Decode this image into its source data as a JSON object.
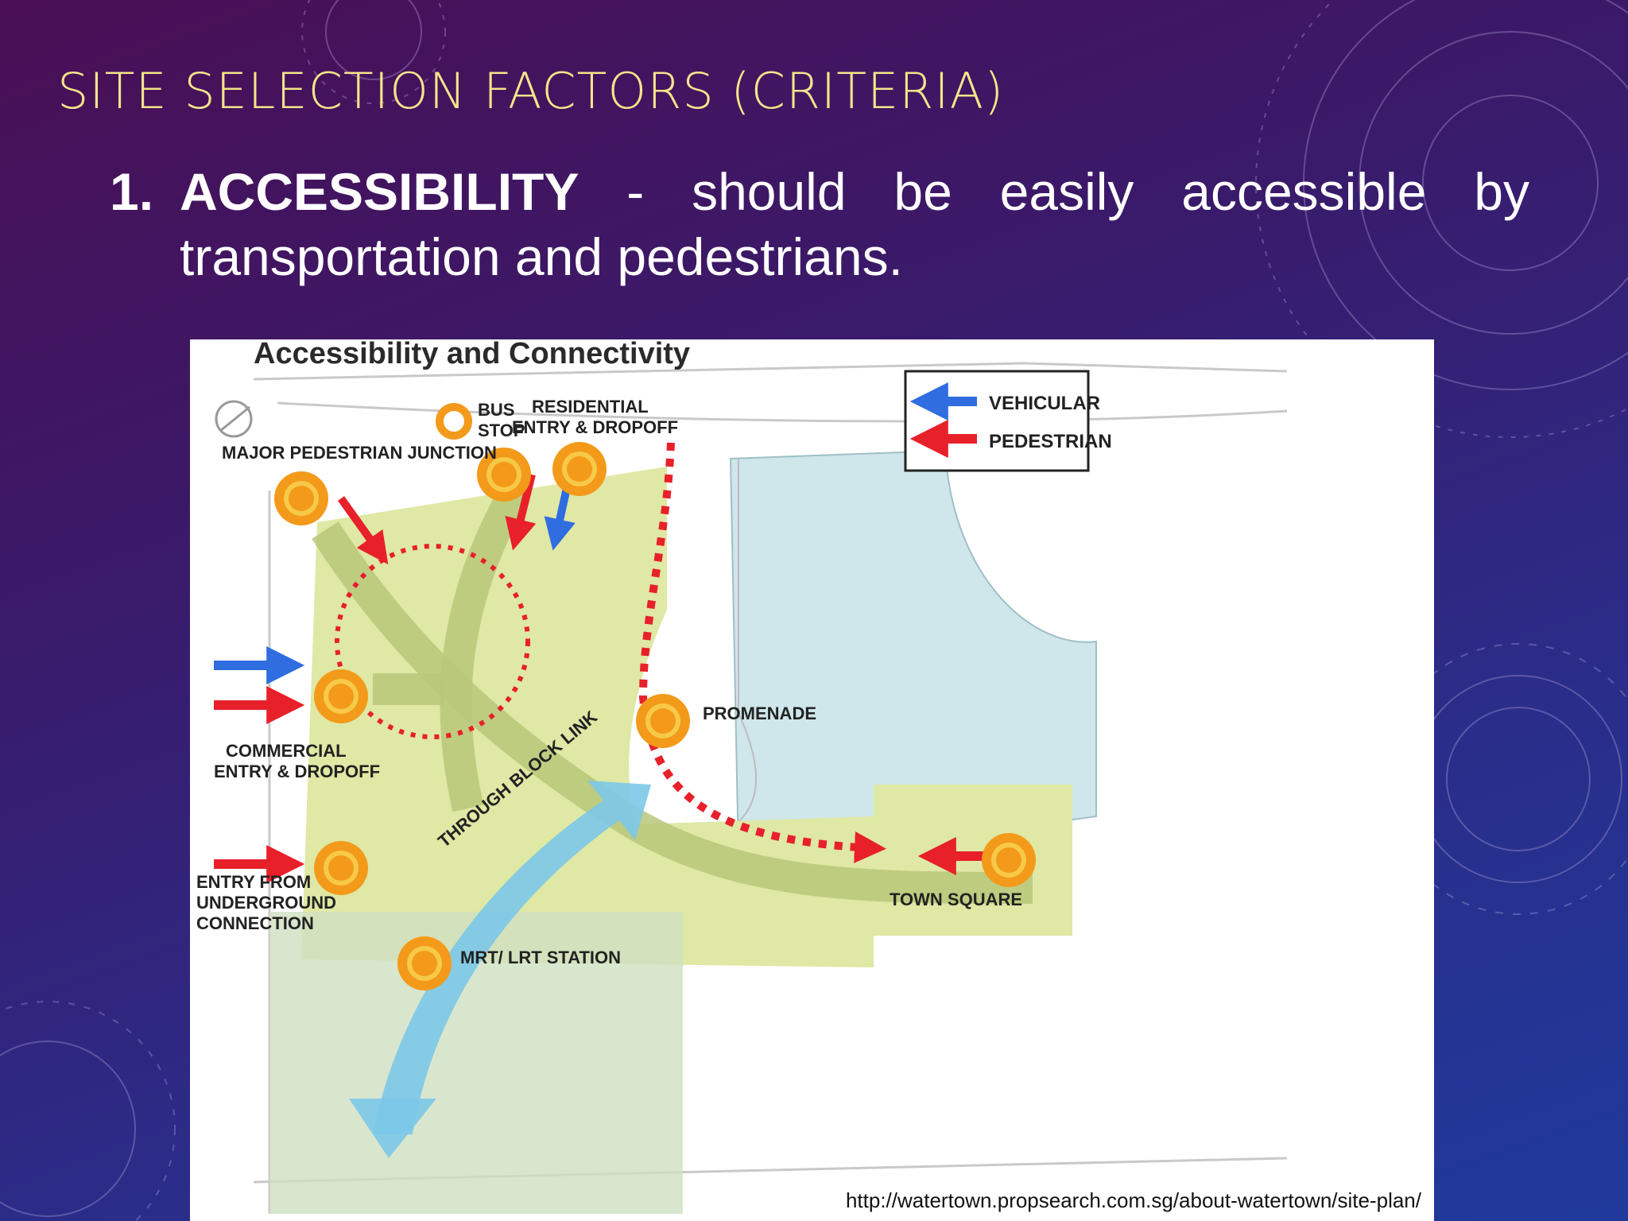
{
  "slide": {
    "title": "SITE SELECTION FACTORS (CRITERIA)",
    "point_number": "1.",
    "point_keyword": "ACCESSIBILITY",
    "point_line1_words": [
      "-",
      "should",
      "be",
      "easily",
      "accessible",
      "by"
    ],
    "point_line2": "transportation and pedestrians."
  },
  "figure": {
    "heading": "Accessibility and Connectivity",
    "legend": {
      "vehicular": "VEHICULAR",
      "pedestrian": "PEDESTRIAN"
    },
    "labels": {
      "bus_stop_1": "BUS",
      "bus_stop_2": "STOP",
      "residential_1": "RESIDENTIAL",
      "residential_2": "ENTRY & DROPOFF",
      "major_junction": "MAJOR PEDESTRIAN JUNCTION",
      "commercial_1": "COMMERCIAL",
      "commercial_2": "ENTRY & DROPOFF",
      "underground_1": "ENTRY FROM",
      "underground_2": "UNDERGROUND",
      "underground_3": "CONNECTION",
      "promenade": "PROMENADE",
      "through_block": "THROUGH BLOCK LINK",
      "town_square": "TOWN SQUARE",
      "mrt": "MRT/ LRT STATION"
    },
    "source_url": "http://watertown.propsearch.com.sg/about-watertown/site-plan/",
    "colors": {
      "vehicular": "#2f6de0",
      "pedestrian": "#e8202a",
      "node": "#f39a1a",
      "site_green": "#dfe8a4",
      "flow_green": "#b9c77a",
      "water": "#cfe6ea",
      "link_blue": "#7cc8e8"
    }
  }
}
